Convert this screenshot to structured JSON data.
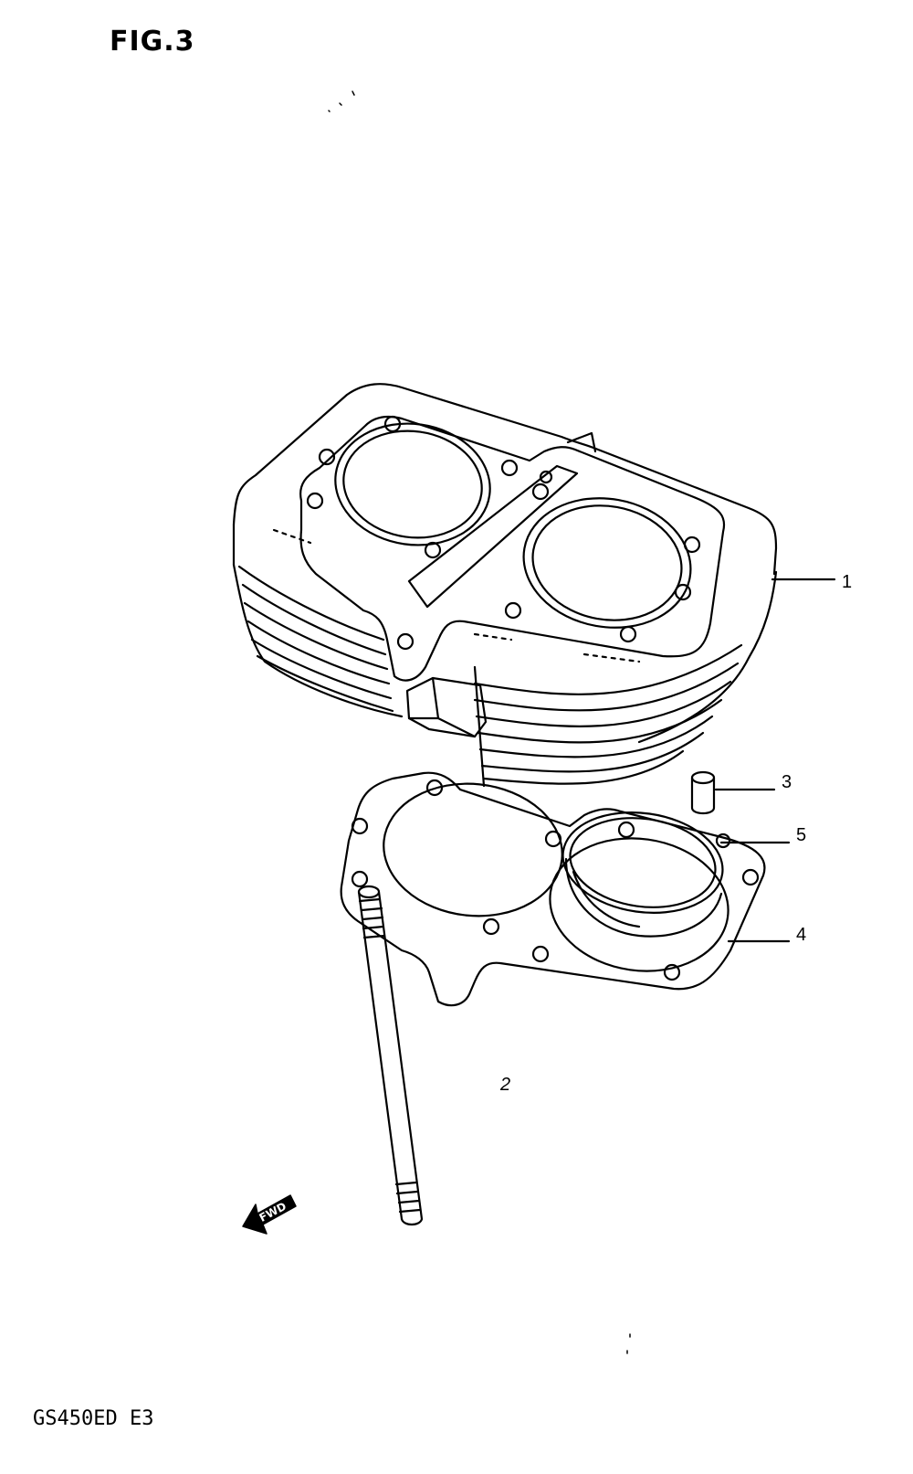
{
  "figure": {
    "title": "FIG.3",
    "model_code": "GS450ED  E3",
    "forward_marker": "FWD"
  },
  "callouts": {
    "part_1": "1",
    "part_2": "2",
    "part_3": "3",
    "part_4": "4",
    "part_5": "5"
  },
  "colors": {
    "line": "#000000",
    "background": "#ffffff"
  }
}
